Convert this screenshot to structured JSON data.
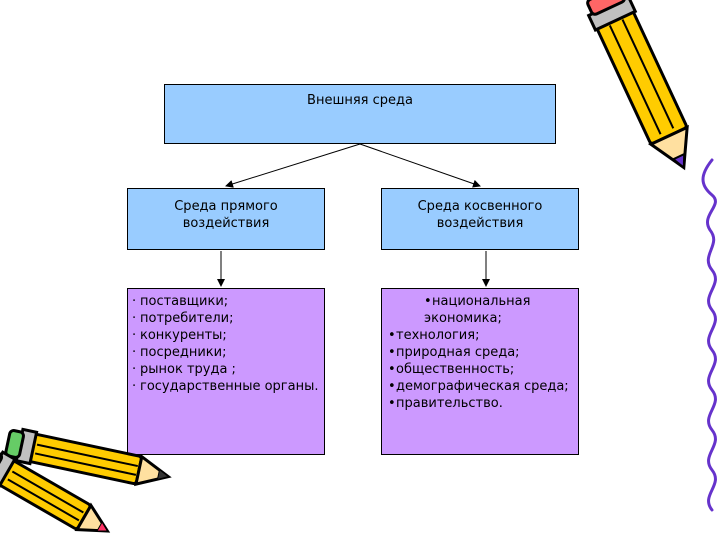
{
  "diagram": {
    "root": "Внешняя среда",
    "left_branch": {
      "title_line1": "Среда прямого",
      "title_line2": "воздействия",
      "items": [
        "поставщики;",
        "потребители;",
        "конкуренты;",
        "посредники;",
        "рынок труда ;",
        "государственные органы."
      ]
    },
    "right_branch": {
      "title_line1": "Среда косвенного",
      "title_line2": "воздействия",
      "items": [
        "национальная экономика;",
        "технология;",
        "природная среда;",
        "общественность;",
        "демографическая среда;",
        "правительство."
      ]
    }
  },
  "colors": {
    "header_fill": "#99ccff",
    "list_fill": "#cc99ff"
  },
  "icons": [
    "pencil-icon",
    "pencil-icon",
    "pencil-icon",
    "spiral-binding-icon"
  ]
}
